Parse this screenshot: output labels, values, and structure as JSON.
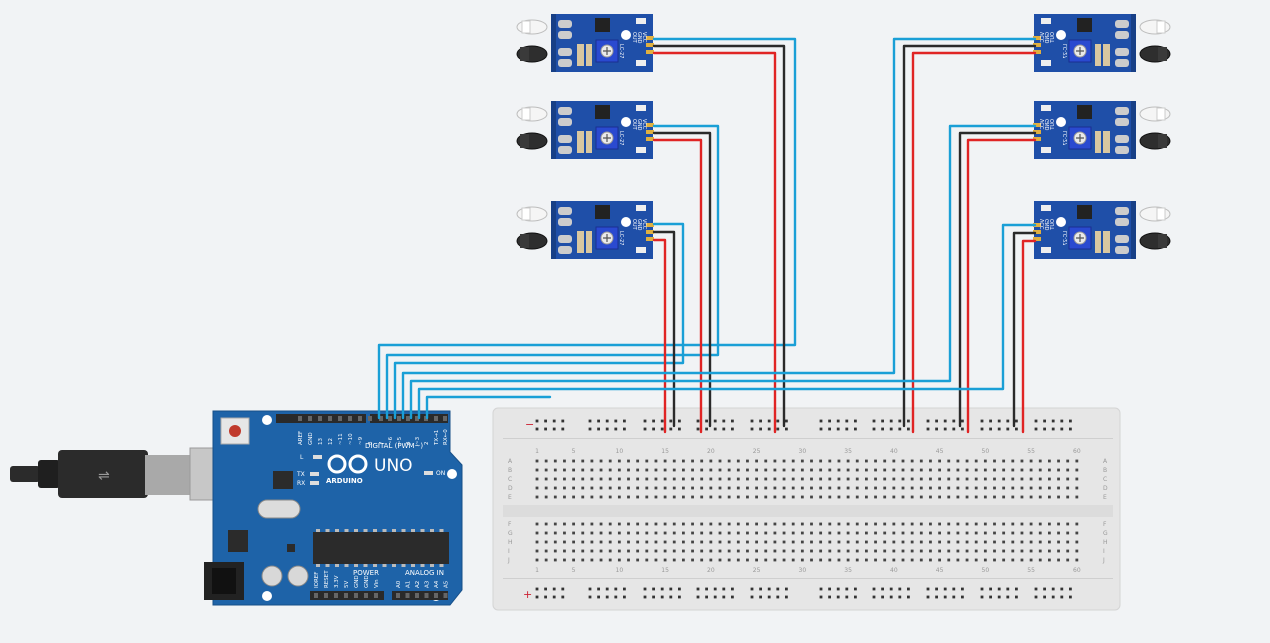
{
  "colors": {
    "background": "#f1f3f5",
    "signal_wire": "#1a9fd6",
    "ground_wire": "#2a2a2a",
    "power_wire": "#e02424",
    "sensor_board": "#1f4fa8",
    "arduino_board": "#1e63a8",
    "breadboard": "#e6e6e6"
  },
  "arduino": {
    "uno_label": "UNO",
    "brand_label": "ARDUINO",
    "digital_header_label": "DIGITAL (PWM~)",
    "power_label": "POWER",
    "analog_label": "ANALOG IN",
    "on_label": "ON",
    "l_label": "L",
    "tx_label": "TX",
    "rx_label": "RX",
    "digital_pins": [
      "AREF",
      "GND",
      "13",
      "12",
      "~11",
      "~10",
      "~9",
      "8",
      "7",
      "~6",
      "~5",
      "4",
      "~3",
      "2",
      "TX→1",
      "RX←0"
    ],
    "power_pins": [
      "IOREF",
      "RESET",
      "3.3V",
      "5V",
      "GND",
      "GND",
      "Vin"
    ],
    "analog_pins": [
      "A0",
      "A1",
      "A2",
      "A3",
      "A4",
      "A5"
    ]
  },
  "sensor": {
    "pin_labels": [
      "OUT",
      "GND",
      "VCC"
    ],
    "chip_label": "LC-27"
  },
  "breadboard": {
    "column_numbers": [
      "1",
      "5",
      "10",
      "15",
      "20",
      "25",
      "30",
      "35",
      "40",
      "45",
      "50",
      "55",
      "60"
    ],
    "row_letters_top": [
      "A",
      "B",
      "C",
      "D",
      "E"
    ],
    "row_letters_bottom": [
      "F",
      "G",
      "H",
      "I",
      "J"
    ],
    "rail_minus": "−",
    "rail_plus": "+"
  }
}
